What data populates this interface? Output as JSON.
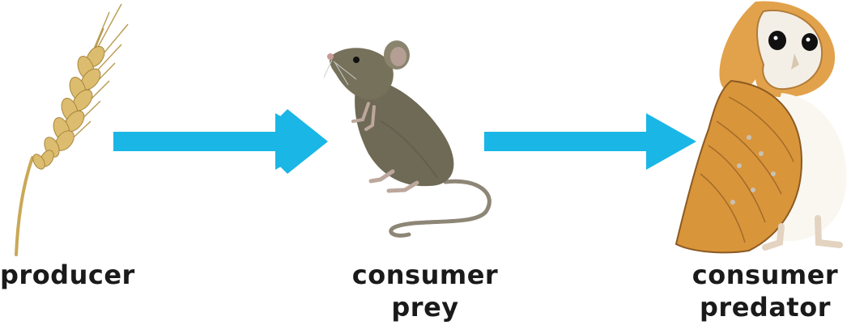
{
  "colors": {
    "arrow": "#1ab6e6",
    "text": "#1a1a1a",
    "wheat": "#d8b563",
    "mouse": "#6f6a55",
    "owl_face": "#f4efe6",
    "owl_wing": "#d9953a"
  },
  "food_chain": [
    {
      "organism_icon": "wheat-icon",
      "labels": [
        "producer"
      ]
    },
    {
      "organism_icon": "mouse-icon",
      "labels": [
        "consumer",
        "prey"
      ]
    },
    {
      "organism_icon": "barn-owl-icon",
      "labels": [
        "consumer",
        "predator"
      ]
    }
  ],
  "arrows": [
    {
      "from": 0,
      "to": 1,
      "icon": "right-arrow-icon"
    },
    {
      "from": 1,
      "to": 2,
      "icon": "right-arrow-icon"
    }
  ]
}
